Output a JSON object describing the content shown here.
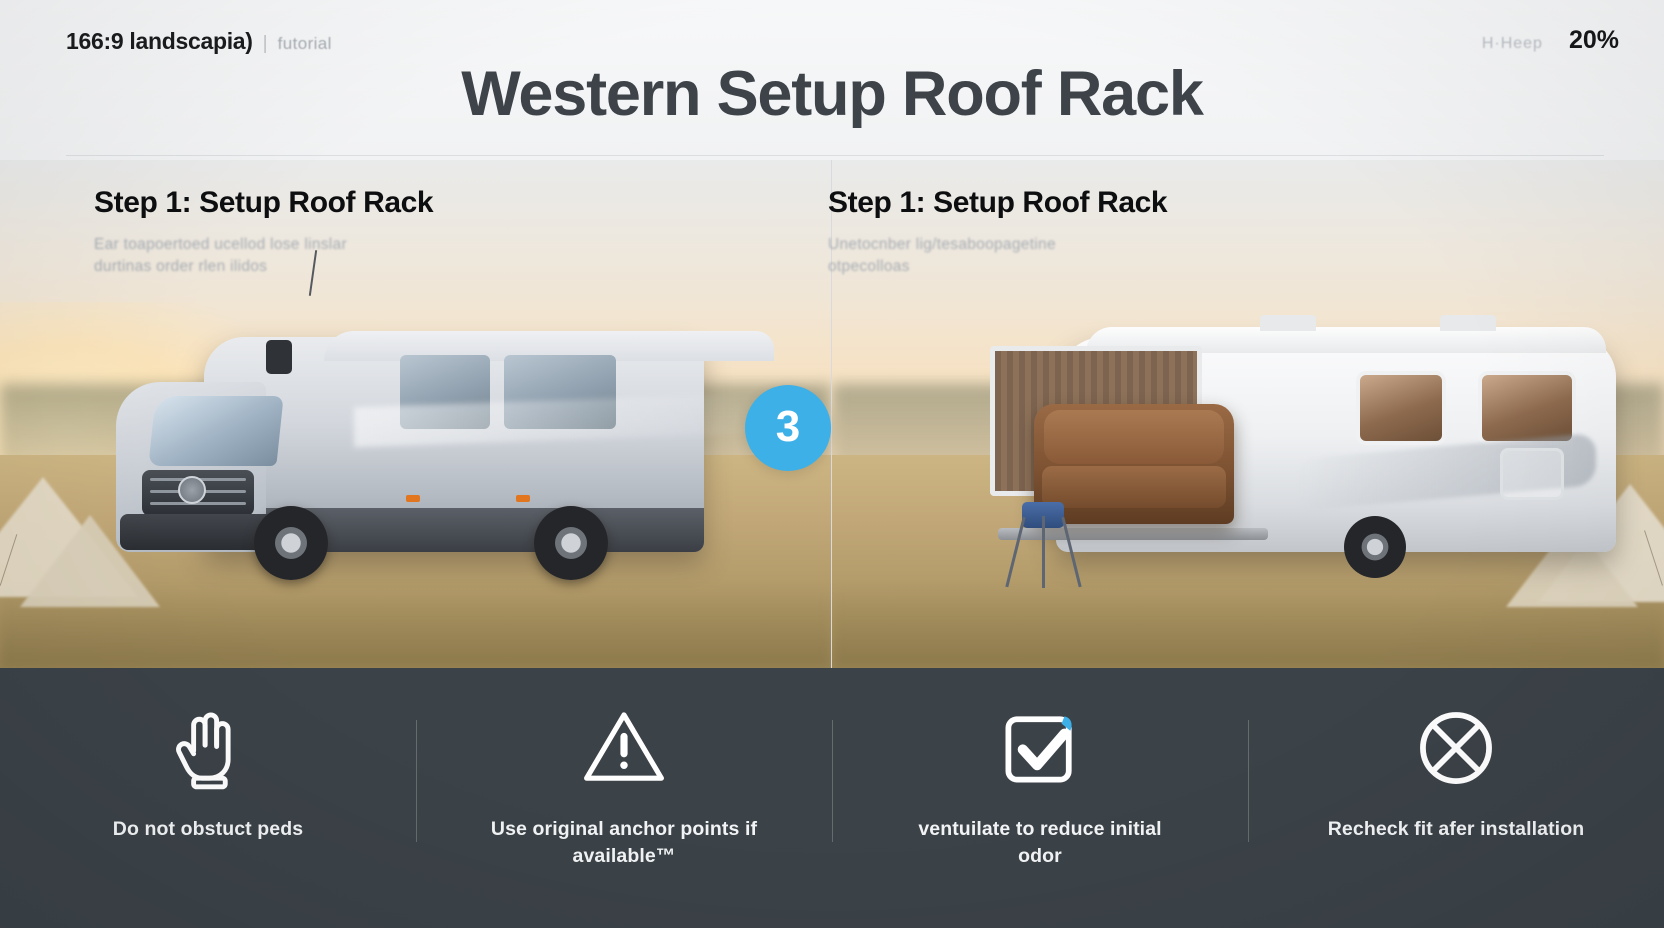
{
  "header": {
    "ratio_label": "166:9 landscapia)",
    "separator": "|",
    "kind_label": "futorial",
    "right_faded": "H·Heep",
    "progress": "20%",
    "title": "Western Setup Roof Rack"
  },
  "panels": [
    {
      "step_title": "Step 1: Setup Roof Rack",
      "body_line1": "Ear toapoertoed ucellod lose linslar",
      "body_line2": "durtinas order rlen ilidos"
    },
    {
      "step_title": "Step 1: Setup Roof Rack",
      "body_line1": "Unetocnber lig/tesaboopagetine",
      "body_line2": "otpecolloas"
    }
  ],
  "badge": {
    "number": "3",
    "color": "#3db0e8"
  },
  "tips": [
    {
      "icon": "hand-stop-icon",
      "label": "Do not obstuct peds"
    },
    {
      "icon": "warning-triangle-icon",
      "label": "Use original anchor points if available™"
    },
    {
      "icon": "checkbox-checked-icon",
      "label": "ventuilate to reduce initial odor"
    },
    {
      "icon": "circle-x-icon",
      "label": "Recheck fit afer installation"
    }
  ],
  "colors": {
    "accent": "#3db0e8",
    "tipbar_bg": "#3b4248",
    "title_text": "#3d4349"
  }
}
